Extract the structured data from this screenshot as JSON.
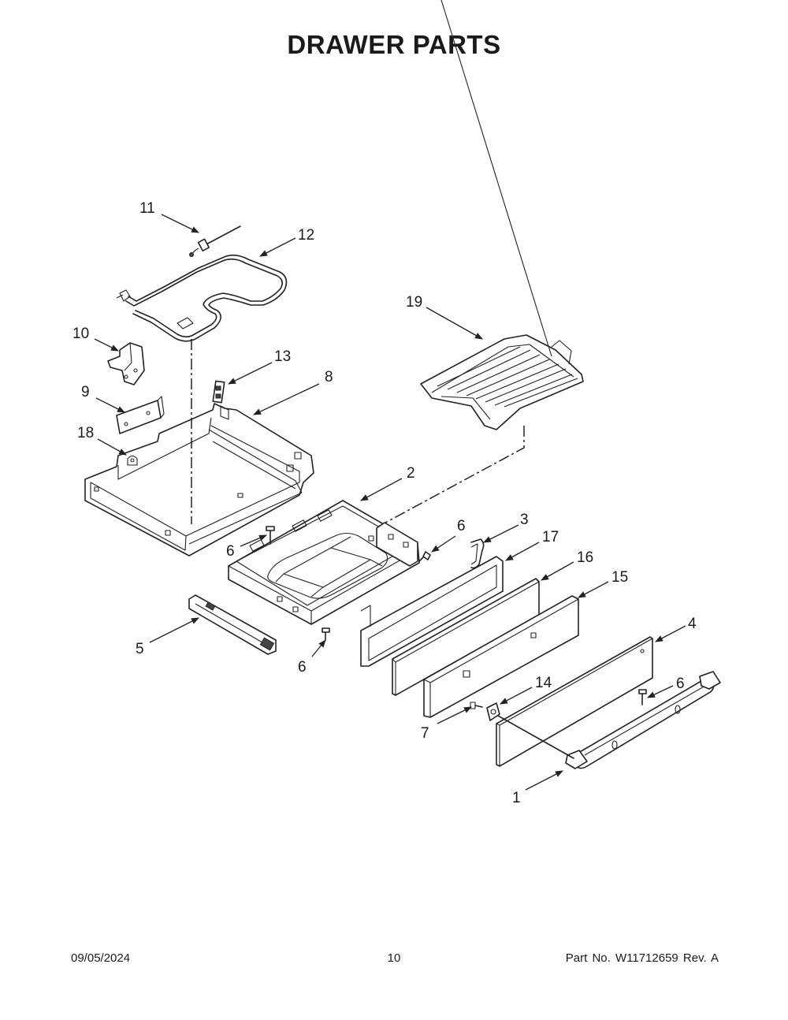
{
  "title": "DRAWER PARTS",
  "footer": {
    "date": "09/05/2024",
    "page": "10",
    "part_number": "Part No.  W11712659  Rev.  A"
  },
  "callouts": [
    {
      "id": "c11",
      "label": "11"
    },
    {
      "id": "c12",
      "label": "12"
    },
    {
      "id": "c19",
      "label": "19"
    },
    {
      "id": "c10",
      "label": "10"
    },
    {
      "id": "c13",
      "label": "13"
    },
    {
      "id": "c8",
      "label": "8"
    },
    {
      "id": "c9",
      "label": "9"
    },
    {
      "id": "c18",
      "label": "18"
    },
    {
      "id": "c2",
      "label": "2"
    },
    {
      "id": "c6a",
      "label": "6"
    },
    {
      "id": "c6b",
      "label": "6"
    },
    {
      "id": "c3",
      "label": "3"
    },
    {
      "id": "c17",
      "label": "17"
    },
    {
      "id": "c16",
      "label": "16"
    },
    {
      "id": "c15",
      "label": "15"
    },
    {
      "id": "c4",
      "label": "4"
    },
    {
      "id": "c5",
      "label": "5"
    },
    {
      "id": "c6c",
      "label": "6"
    },
    {
      "id": "c14",
      "label": "14"
    },
    {
      "id": "c6d",
      "label": "6"
    },
    {
      "id": "c7",
      "label": "7"
    },
    {
      "id": "c1",
      "label": "1"
    }
  ]
}
